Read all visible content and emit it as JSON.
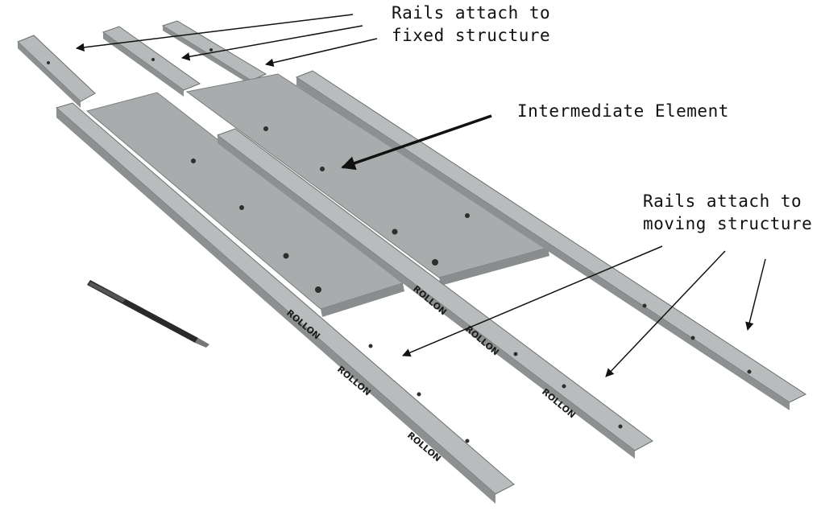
{
  "labels": {
    "fixed_structure": {
      "line1": "Rails attach to",
      "line2": "fixed structure"
    },
    "intermediate_element": "Intermediate Element",
    "moving_structure": {
      "line1": "Rails attach to",
      "line2": "moving structure"
    }
  },
  "brand_marks": [
    "ROLLON",
    "ROLLON",
    "ROLLON",
    "ROLLON",
    "ROLLON",
    "ROLLON"
  ],
  "colors": {
    "rail_top": "#b9bcbc",
    "rail_side": "#8d9090",
    "rail_edge": "#6b6e6e",
    "plate": "#a9acac",
    "plate_edge": "#8a8d8d",
    "hole": "#2e2e2e",
    "arrow": "#111111",
    "pen_body": "#2a2a2a"
  },
  "icons": [
    "pen-icon"
  ]
}
